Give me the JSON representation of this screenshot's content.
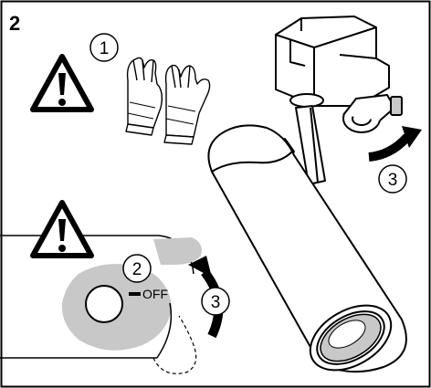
{
  "figure": {
    "step_number": "2",
    "callouts": [
      "1",
      "2",
      "3",
      "3"
    ],
    "switch_label": "OFF"
  },
  "icons": {
    "warning_top": "warning-triangle-icon",
    "warning_bottom": "warning-triangle-icon",
    "gloves": "gloves-icon",
    "rotate_arrow": "curved-arrow-icon"
  },
  "colors": {
    "line": "#000000",
    "gray_fill": "#c8c8c8",
    "background": "#ffffff"
  }
}
